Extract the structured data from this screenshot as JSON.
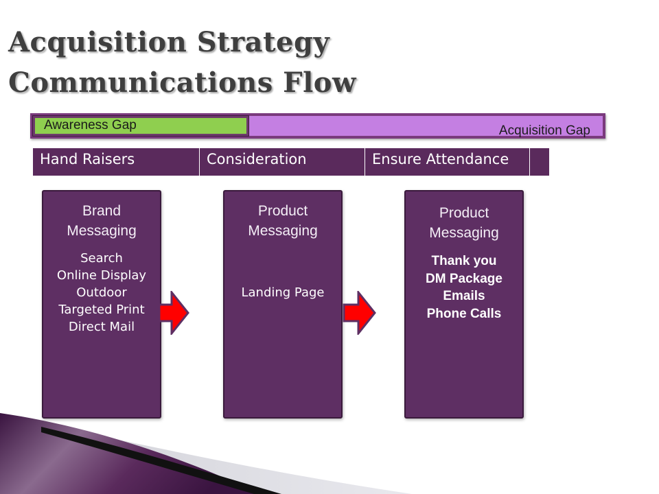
{
  "title": {
    "line1": "Acquisition Strategy",
    "line2": "Communications Flow"
  },
  "gaps": {
    "awareness": "Awareness Gap",
    "acquisition": "Acquisition Gap"
  },
  "stages": [
    "Hand Raisers",
    "Consideration",
    "Ensure Attendance"
  ],
  "boxes": [
    {
      "heading": [
        "Brand",
        "Messaging"
      ],
      "items": [
        "Search",
        "Online Display",
        "Outdoor",
        "Targeted Print",
        "Direct Mail"
      ]
    },
    {
      "heading": [
        "Product",
        "Messaging"
      ],
      "items": [
        "Landing Page"
      ]
    },
    {
      "heading": [
        "Product",
        "Messaging"
      ],
      "items": [
        "Thank you",
        "DM Package",
        "Emails",
        "Phone Calls"
      ]
    }
  ],
  "colors": {
    "box": "#5e2f63",
    "stage_bar": "#5a2a5c",
    "awareness_gap": "#8fcf4f",
    "acquisition_gap": "#c47fe2",
    "arrow": "#ff0000"
  }
}
